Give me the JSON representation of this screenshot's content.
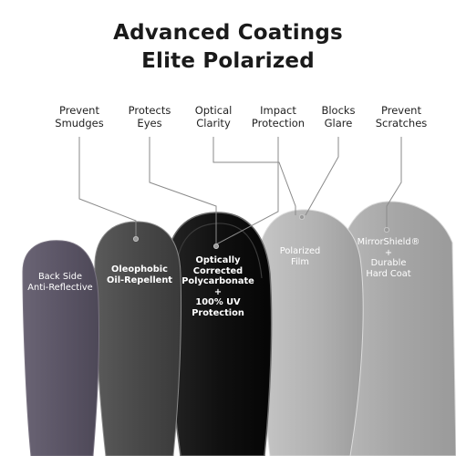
{
  "header": {
    "line1": "Advanced Coatings",
    "line2": "Elite Polarized"
  },
  "benefits": [
    {
      "label": "Prevent\nSmudges"
    },
    {
      "label": "Protects\nEyes"
    },
    {
      "label": "Optical\nClarity"
    },
    {
      "label": "Impact\nProtection"
    },
    {
      "label": "Blocks\nGlare"
    },
    {
      "label": "Prevent\nScratches"
    }
  ],
  "layers": [
    {
      "label": "Back Side\nAnti-Reflective",
      "color": "#5e5868"
    },
    {
      "label": "Oleophobic\nOil-Repellent",
      "color": "#4a4a4a"
    },
    {
      "label": "Optically\nCorrected\nPolycarbonate\n+\n100% UV\nProtection",
      "color": "#111111"
    },
    {
      "label": "Polarized\nFilm",
      "color": "#b5b5b5"
    },
    {
      "label": "MirrorShield®\n+\nDurable\nHard Coat",
      "color": "#a9a9a9"
    }
  ],
  "colors": {
    "connector": "#8a8a8a",
    "text": "#222222"
  }
}
